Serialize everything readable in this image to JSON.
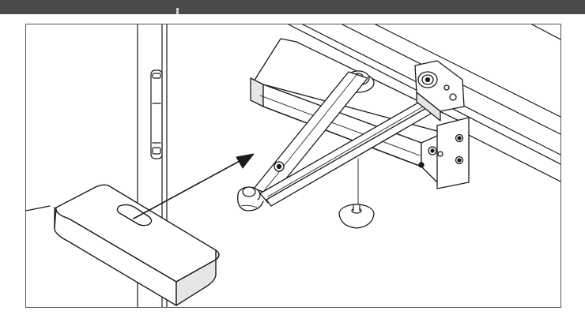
{
  "header": {
    "background_color": "#4a4a4a",
    "accent_color": "#cfcfcf"
  },
  "figure": {
    "type": "installation-illustration",
    "line_color": "#1a1a1a",
    "part_fill": "#ffffff",
    "shadow_fill": "#e6e6e6",
    "parts": [
      "door-frame",
      "hinge",
      "door-closer-body",
      "closer-arm",
      "arm-shoe-bracket",
      "cover-plate",
      "end-cap",
      "arrow"
    ]
  }
}
